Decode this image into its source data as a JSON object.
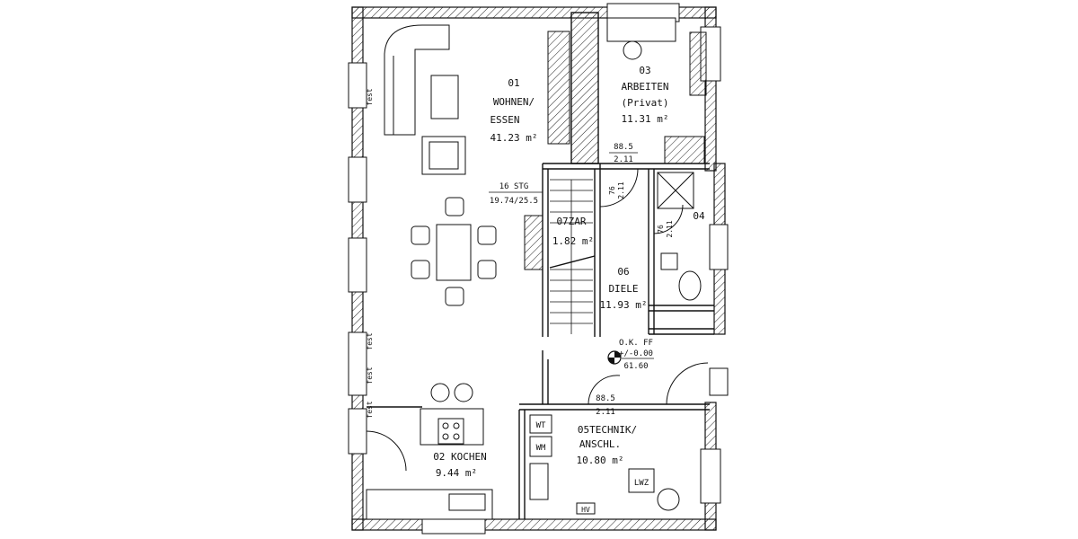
{
  "plan": {
    "rooms": {
      "wohnen": {
        "number": "01",
        "name1": "WOHNEN/",
        "name2": "ESSEN",
        "area": "41.23 m²"
      },
      "kochen": {
        "name": "02 KOCHEN",
        "area": "9.44 m²"
      },
      "arbeiten": {
        "number": "03",
        "name": "ARBEITEN",
        "sub": "(Privat)",
        "area": "11.31 m²"
      },
      "wc": {
        "number": "04"
      },
      "technik": {
        "name1": "05TECHNIK/",
        "name2": "ANSCHL.",
        "area": "10.80 m²"
      },
      "diele": {
        "number": "06",
        "name": "DIELE",
        "area": "11.93 m²"
      },
      "zar": {
        "name": "07ZAR",
        "area": "1.82 m²"
      }
    },
    "annotations": {
      "stairs_count": "16 STG",
      "stairs_ratio": "19.74/25.5",
      "door1_w": "88.5",
      "door1_h": "2.11",
      "door2_w": "88.5",
      "door2_h": "2.11",
      "door_side1_w": "76",
      "door_side1_h": "2.11",
      "door_side2_w": "76",
      "door_side2_h": "2.11",
      "ok_ff": "O.K. FF",
      "level": "+/-0.00",
      "elevation": "61.60",
      "fest": "fest",
      "wt": "WT",
      "wm": "WM",
      "lwz": "LWZ",
      "hv": "HV"
    }
  }
}
